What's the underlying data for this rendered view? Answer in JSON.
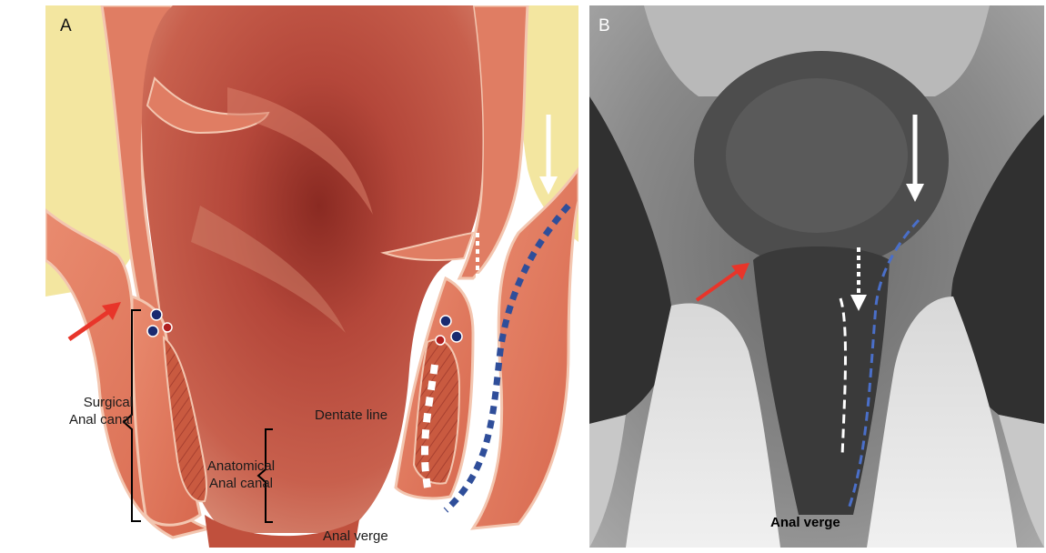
{
  "figure": {
    "panel_a": {
      "letter": "A",
      "labels": {
        "surgical_line1": "Surgical",
        "surgical_line2": "Anal canal",
        "anatomical_line1": "Anatomical",
        "anatomical_line2": "Anal canal",
        "dentate": "Dentate line",
        "verge": "Anal verge"
      }
    },
    "panel_b": {
      "letter": "B",
      "labels": {
        "verge": "Anal verge"
      }
    },
    "colors": {
      "arrow_red": "#e8352a",
      "arrow_white": "#ffffff",
      "dotted_blue": "#2f4e9a",
      "dashed_blue": "#4a6fc9",
      "fat_yellow": "#f3e6a0",
      "muscle": "#e07d63",
      "mucosa": "#b84a3a"
    }
  }
}
